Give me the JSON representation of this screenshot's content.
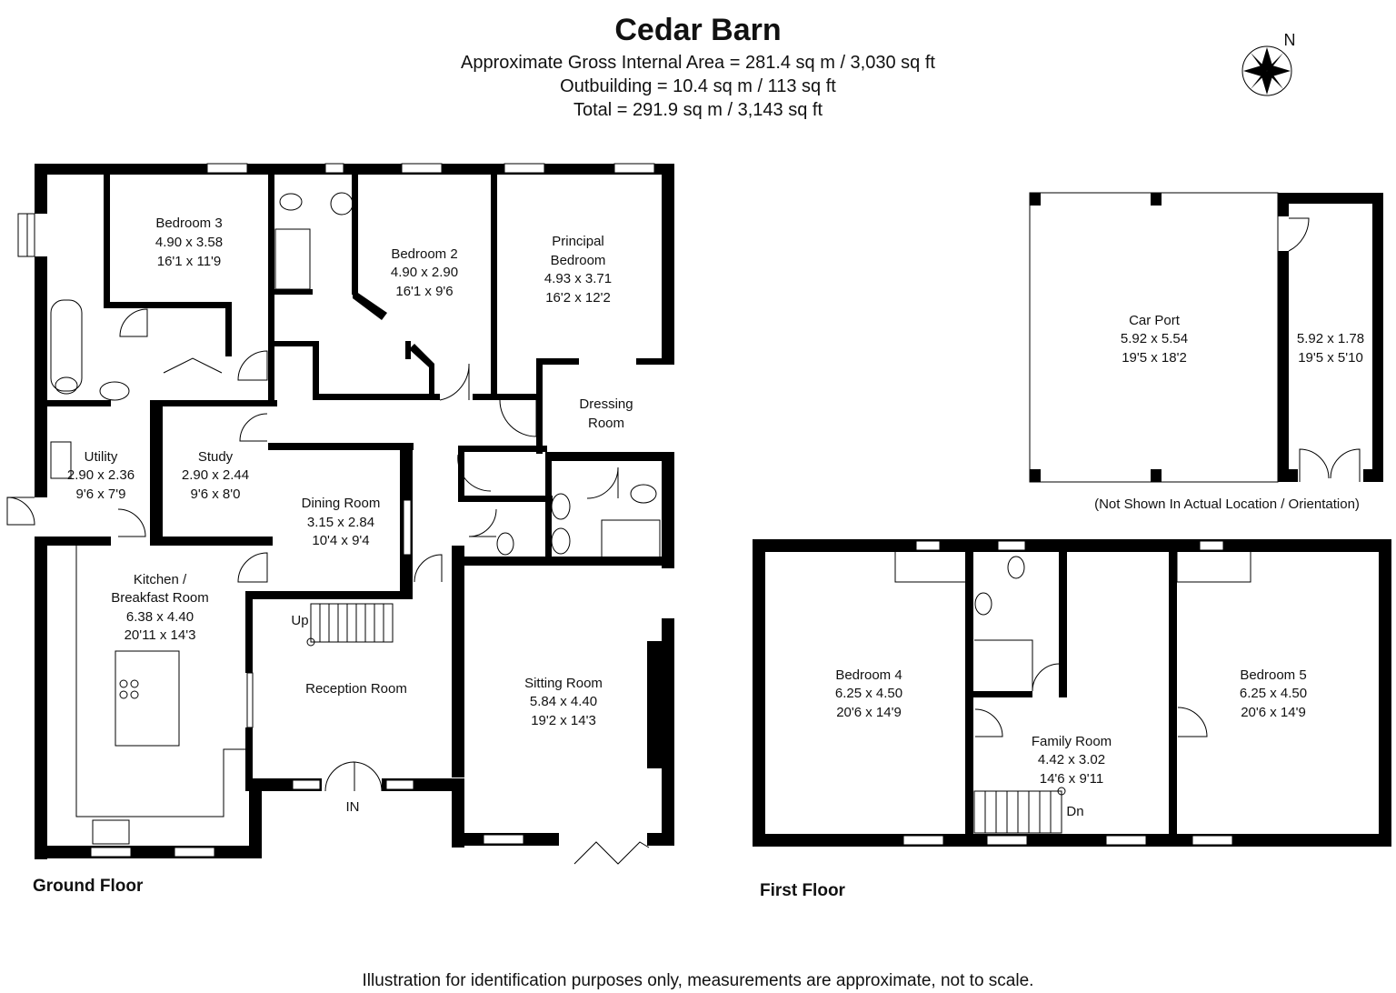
{
  "title": "Cedar Barn",
  "areas": [
    "Approximate Gross Internal Area = 281.4 sq m / 3,030 sq ft",
    "Outbuilding = 10.4 sq m / 113 sq ft",
    "Total = 291.9 sq m / 3,143 sq ft"
  ],
  "compass": {
    "label": "N"
  },
  "ground_floor": {
    "label": "Ground Floor",
    "rooms": [
      {
        "name": "Bedroom 3",
        "metric": "4.90 x 3.58",
        "imperial": "16'1 x 11'9"
      },
      {
        "name": "Bedroom 2",
        "metric": "4.90 x 2.90",
        "imperial": "16'1 x 9'6"
      },
      {
        "name": "Principal",
        "name2": "Bedroom",
        "metric": "4.93 x 3.71",
        "imperial": "16'2 x 12'2"
      },
      {
        "name": "Dressing",
        "name2": "Room"
      },
      {
        "name": "Utility",
        "metric": "2.90 x 2.36",
        "imperial": "9'6 x 7'9"
      },
      {
        "name": "Study",
        "metric": "2.90 x 2.44",
        "imperial": "9'6 x 8'0"
      },
      {
        "name": "Dining Room",
        "metric": "3.15 x 2.84",
        "imperial": "10'4 x 9'4"
      },
      {
        "name": "Kitchen /",
        "name2": "Breakfast Room",
        "metric": "6.38 x 4.40",
        "imperial": "20'11 x 14'3"
      },
      {
        "name": "Reception Room"
      },
      {
        "name": "Sitting Room",
        "metric": "5.84 x 4.40",
        "imperial": "19'2 x 14'3"
      }
    ],
    "up_label": "Up",
    "entrance_label": "IN"
  },
  "outbuilding": {
    "rooms": [
      {
        "name": "Car Port",
        "metric": "5.92 x 5.54",
        "imperial": "19'5 x 18'2"
      },
      {
        "name": "",
        "metric": "5.92 x 1.78",
        "imperial": "19'5 x 5'10"
      }
    ],
    "note": "(Not Shown In Actual Location / Orientation)"
  },
  "first_floor": {
    "label": "First Floor",
    "rooms": [
      {
        "name": "Bedroom 4",
        "metric": "6.25 x 4.50",
        "imperial": "20'6 x 14'9"
      },
      {
        "name": "Family Room",
        "metric": "4.42 x 3.02",
        "imperial": "14'6 x 9'11"
      },
      {
        "name": "Bedroom 5",
        "metric": "6.25 x 4.50",
        "imperial": "20'6 x 14'9"
      }
    ],
    "down_label": "Dn"
  },
  "disclaimer": "Illustration for identification purposes only, measurements are approximate, not to scale."
}
